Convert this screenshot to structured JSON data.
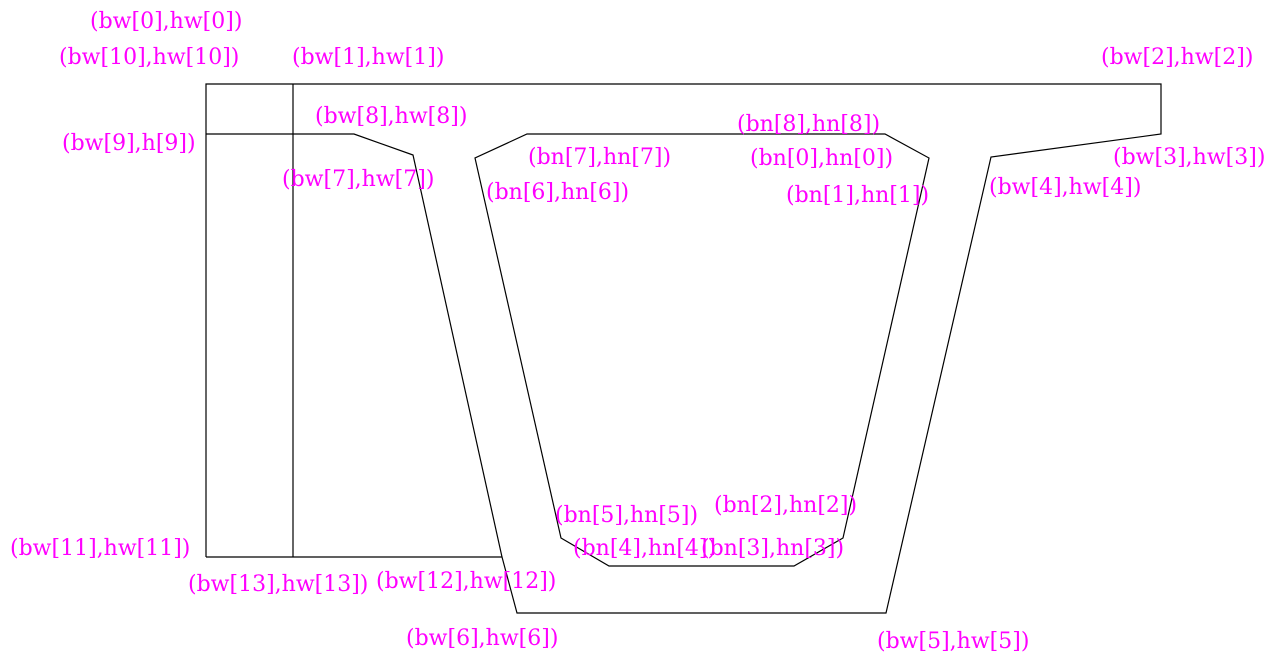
{
  "colors": {
    "label": "#ff00ff",
    "line": "#000000",
    "background": "#ffffff"
  },
  "labels": {
    "bw0": "(bw[0],hw[0])",
    "bw10": "(bw[10],hw[10])",
    "bw1": "(bw[1],hw[1])",
    "bw2": "(bw[2],hw[2])",
    "bw8": "(bw[8],hw[8])",
    "bw9": "(bw[9],h[9])",
    "bw7": "(bw[7],hw[7])",
    "bw3": "(bw[3],hw[3])",
    "bw4": "(bw[4],hw[4])",
    "bw11": "(bw[11],hw[11])",
    "bw13": "(bw[13],hw[13])",
    "bw12": "(bw[12],hw[12])",
    "bw6": "(bw[6],hw[6])",
    "bw5": "(bw[5],hw[5])",
    "bn8": "(bn[8],hn[8])",
    "bn7": "(bn[7],hn[7])",
    "bn0": "(bn[0],hn[0])",
    "bn6": "(bn[6],hn[6])",
    "bn1": "(bn[1],hn[1])",
    "bn5": "(bn[5],hn[5])",
    "bn2": "(bn[2],hn[2])",
    "bn4": "(bn[4],hn[4])",
    "bn3": "(bn[3],hn[3])"
  }
}
